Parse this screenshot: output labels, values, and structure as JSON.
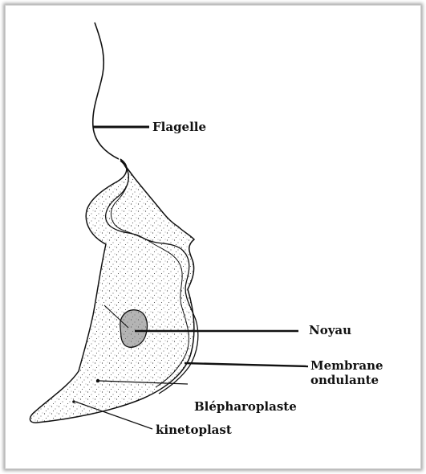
{
  "labels": {
    "flagelle": "Flagelle",
    "noyau": "Noyau",
    "membrane_line1": "Membrane",
    "membrane_line2": "ondulante",
    "blepharoplaste": "Blépharoplaste",
    "kinetoplast": "kinetoplast"
  },
  "colors": {
    "ink": "#111111",
    "frame_border": "#cfcfcf"
  }
}
